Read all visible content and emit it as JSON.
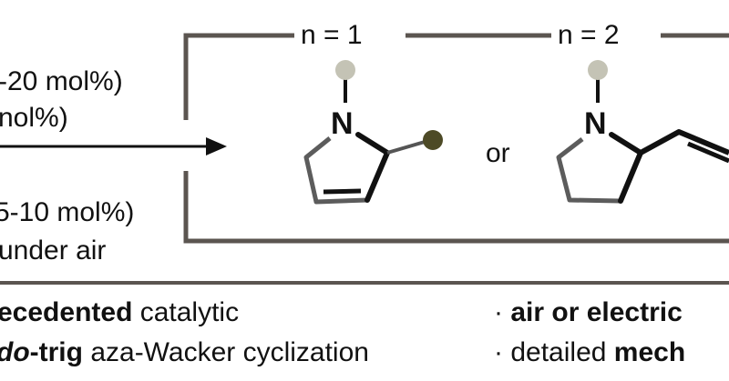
{
  "conditions": {
    "line1": "-20 mol%)",
    "line2": "nol%)",
    "line3": "5-10 mol%)",
    "line4": "under air"
  },
  "bracket": {
    "label_left": "n = 1",
    "label_right": "n = 2"
  },
  "molecules": {
    "atom_left": "N",
    "atom_right": "N",
    "connector": "or"
  },
  "colors": {
    "substituent_light": "#c4c3b5",
    "substituent_dark": "#4d4a26",
    "bracket": "#5b5550",
    "ink": "#111111"
  },
  "bullets": {
    "left1": {
      "bold": "ecedented",
      "normal": " catalytic"
    },
    "left2": {
      "bolditalic": "do",
      "bold": "-trig",
      "normal": " aza-Wacker cyclization"
    },
    "right1": {
      "bold": "air or electric"
    },
    "right2": {
      "normal": "detailed ",
      "bold": "mech"
    },
    "marker": "·"
  }
}
